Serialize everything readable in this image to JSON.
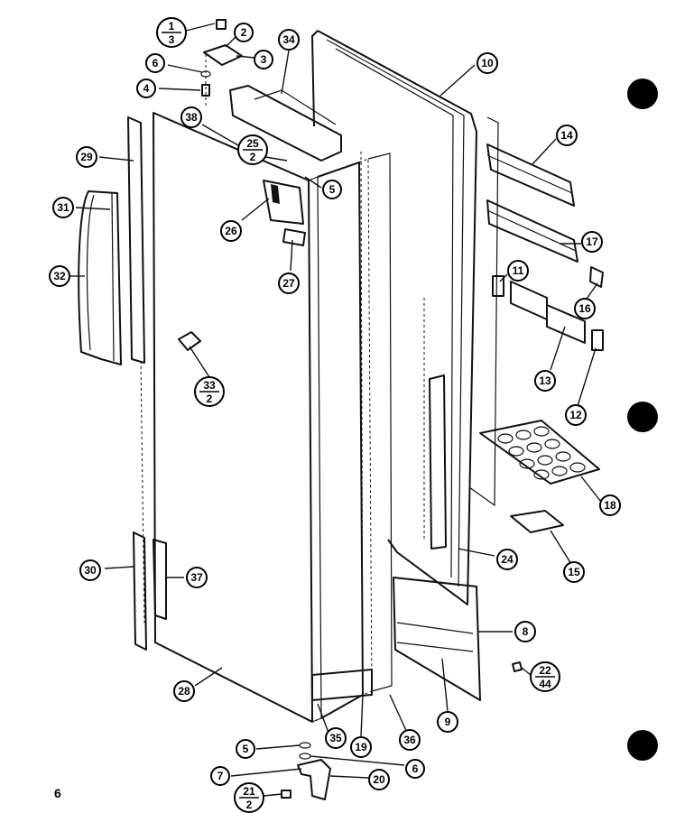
{
  "page_number": "6",
  "callouts": [
    {
      "id": "c-1-3",
      "top": "1",
      "bottom": "3"
    },
    {
      "id": "c-2",
      "label": "2"
    },
    {
      "id": "c-3",
      "label": "3"
    },
    {
      "id": "c-6a",
      "label": "6"
    },
    {
      "id": "c-4",
      "label": "4"
    },
    {
      "id": "c-34",
      "label": "34"
    },
    {
      "id": "c-10",
      "label": "10"
    },
    {
      "id": "c-38",
      "label": "38"
    },
    {
      "id": "c-25-2",
      "top": "25",
      "bottom": "2"
    },
    {
      "id": "c-29",
      "label": "29"
    },
    {
      "id": "c-5a",
      "label": "5"
    },
    {
      "id": "c-31",
      "label": "31"
    },
    {
      "id": "c-14",
      "label": "14"
    },
    {
      "id": "c-26",
      "label": "26"
    },
    {
      "id": "c-32",
      "label": "32"
    },
    {
      "id": "c-27",
      "label": "27"
    },
    {
      "id": "c-17",
      "label": "17"
    },
    {
      "id": "c-11",
      "label": "11"
    },
    {
      "id": "c-16",
      "label": "16"
    },
    {
      "id": "c-13",
      "label": "13"
    },
    {
      "id": "c-33-2",
      "top": "33",
      "bottom": "2"
    },
    {
      "id": "c-12",
      "label": "12"
    },
    {
      "id": "c-18",
      "label": "18"
    },
    {
      "id": "c-24",
      "label": "24"
    },
    {
      "id": "c-15",
      "label": "15"
    },
    {
      "id": "c-30",
      "label": "30"
    },
    {
      "id": "c-37",
      "label": "37"
    },
    {
      "id": "c-8",
      "label": "8"
    },
    {
      "id": "c-28",
      "label": "28"
    },
    {
      "id": "c-9",
      "label": "9"
    },
    {
      "id": "c-22-44",
      "top": "22",
      "bottom": "44"
    },
    {
      "id": "c-5b",
      "label": "5"
    },
    {
      "id": "c-35",
      "label": "35"
    },
    {
      "id": "c-19",
      "label": "19"
    },
    {
      "id": "c-36",
      "label": "36"
    },
    {
      "id": "c-6b",
      "label": "6"
    },
    {
      "id": "c-7",
      "label": "7"
    },
    {
      "id": "c-20",
      "label": "20"
    },
    {
      "id": "c-21-2",
      "top": "21",
      "bottom": "2"
    }
  ]
}
